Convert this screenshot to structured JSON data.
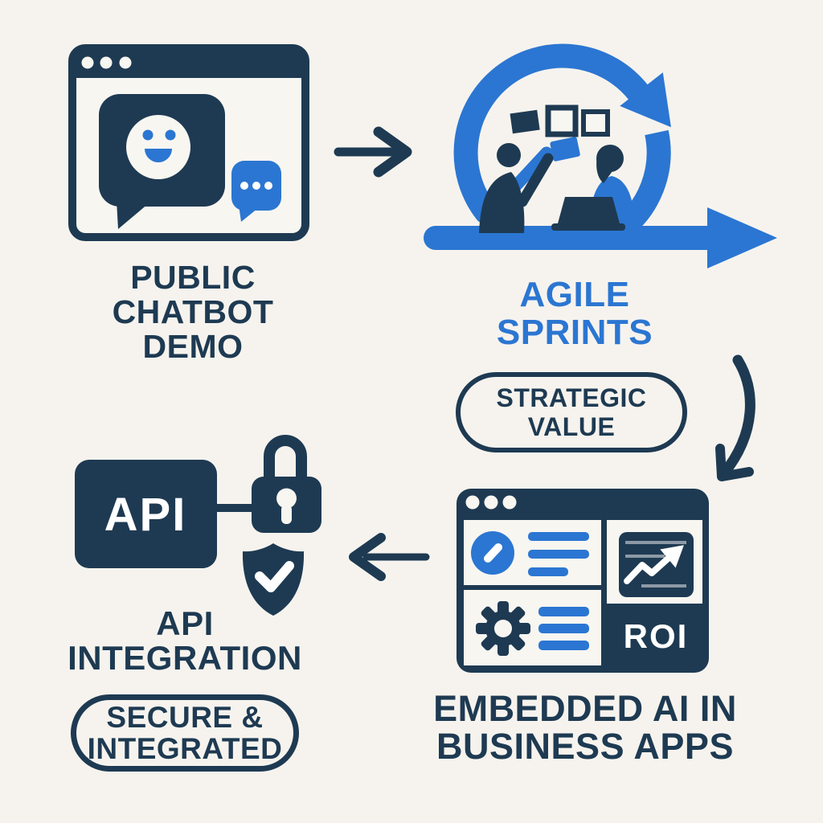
{
  "colors": {
    "navy": "#1e3a52",
    "blue": "#2b76d2",
    "background": "#f6f3ee",
    "panel": "#f8f6f1",
    "chart_gridline": "#8d99a6",
    "white": "#ffffff"
  },
  "flow": {
    "step1": {
      "icon": "browser-chatbot-window-icon",
      "label_lines": [
        "PUBLIC",
        "CHATBOT",
        "DEMO"
      ]
    },
    "step2": {
      "icon": "agile-sprint-cycle-icon",
      "label_lines": [
        "AGILE",
        "SPRINTS"
      ],
      "badge_lines": [
        "STRATEGIC",
        "VALUE"
      ]
    },
    "step3": {
      "icon": "analytics-dashboard-icon",
      "roi_text": "ROI",
      "label_lines": [
        "EMBEDDED AI IN",
        "BUSINESS APPS"
      ]
    },
    "step4": {
      "icon": "api-lock-shield-icon",
      "api_text": "API",
      "label_lines": [
        "API",
        "INTEGRATION"
      ],
      "badge_lines": [
        "SECURE &",
        "INTEGRATED"
      ]
    }
  },
  "connectors": {
    "arrow1": "arrow-right-icon",
    "arrow2": "arrow-curved-down-icon",
    "arrow3": "arrow-left-icon"
  }
}
